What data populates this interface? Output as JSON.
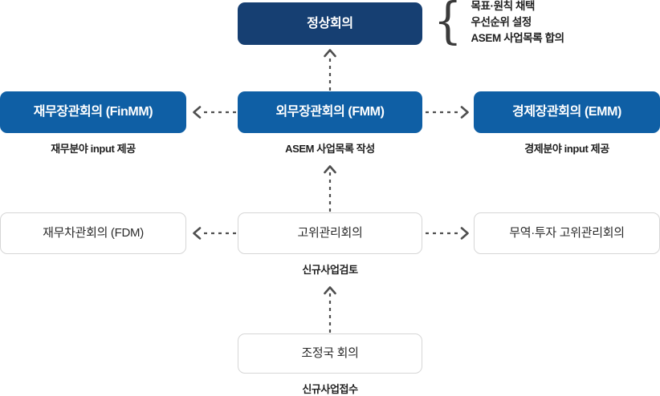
{
  "diagram": {
    "title_note": {
      "brace_glyph": "{",
      "lines": [
        "목표·원칙 채택",
        "우선순위 설정",
        "ASEM 사업목록 합의"
      ]
    },
    "colors": {
      "summit_box": "#163f72",
      "minister_box": "#0f5fa5",
      "outline_border": "#d6d6d6",
      "arrow": "#4f4f4f",
      "text_dark": "#1f1f1f",
      "text_light": "#ffffff"
    },
    "rows": {
      "row1": {
        "center": {
          "label": "정상회의",
          "style": "filled-dark"
        }
      },
      "row2": {
        "left": {
          "label": "재무장관회의 (FinMM)",
          "caption": "재무분야 input 제공",
          "style": "filled-blue"
        },
        "center": {
          "label": "외무장관회의 (FMM)",
          "caption": "ASEM 사업목록 작성",
          "style": "filled-blue"
        },
        "right": {
          "label": "경제장관회의 (EMM)",
          "caption": "경제분야 input 제공",
          "style": "filled-blue"
        }
      },
      "row3": {
        "left": {
          "label": "재무차관회의 (FDM)",
          "caption": "",
          "style": "outline"
        },
        "center": {
          "label": "고위관리회의",
          "caption": "신규사업검토",
          "style": "outline"
        },
        "right": {
          "label": "무역·투자 고위관리회의",
          "caption": "",
          "style": "outline"
        }
      },
      "row4": {
        "center": {
          "label": "조정국 회의",
          "caption": "신규사업접수",
          "style": "outline"
        }
      }
    },
    "arrows": [
      {
        "name": "arrow-fmm-to-summit",
        "direction": "up"
      },
      {
        "name": "arrow-fmm-to-finmm",
        "direction": "left"
      },
      {
        "name": "arrow-fmm-to-emm",
        "direction": "right"
      },
      {
        "name": "arrow-som-to-fmm",
        "direction": "up"
      },
      {
        "name": "arrow-som-to-fdm",
        "direction": "left"
      },
      {
        "name": "arrow-som-to-trade",
        "direction": "right"
      },
      {
        "name": "arrow-coordinator-to-som",
        "direction": "up"
      }
    ]
  }
}
